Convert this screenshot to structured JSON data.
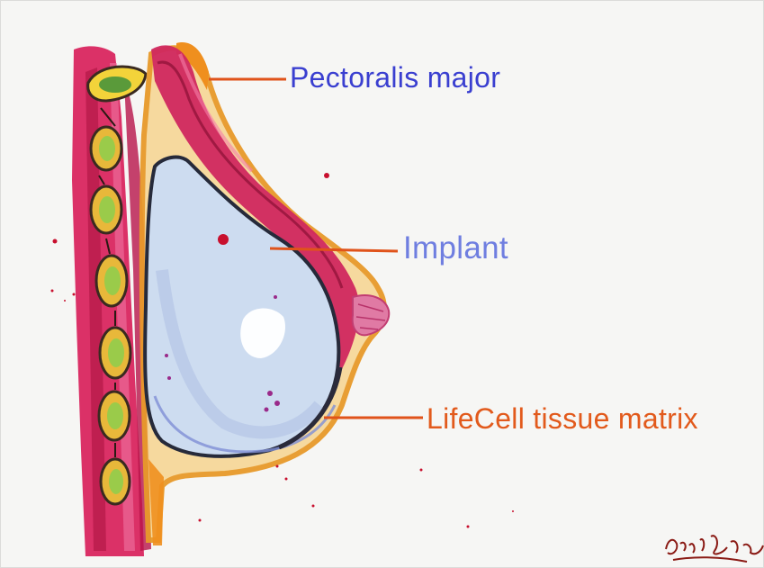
{
  "labels": {
    "pectoralis": "Pectoralis major",
    "implant": "Implant",
    "matrix": "LifeCell tissue matrix"
  },
  "signature": "Pergo Henning",
  "colors": {
    "pectoralis_label": "#3a3fd0",
    "implant_label": "#6f7ee0",
    "matrix_label": "#e25a1c",
    "leader_line": "#e0531a",
    "muscle": "#c8235a",
    "skin": "#e89a2a",
    "implant_fill": "#c9d8ee"
  }
}
